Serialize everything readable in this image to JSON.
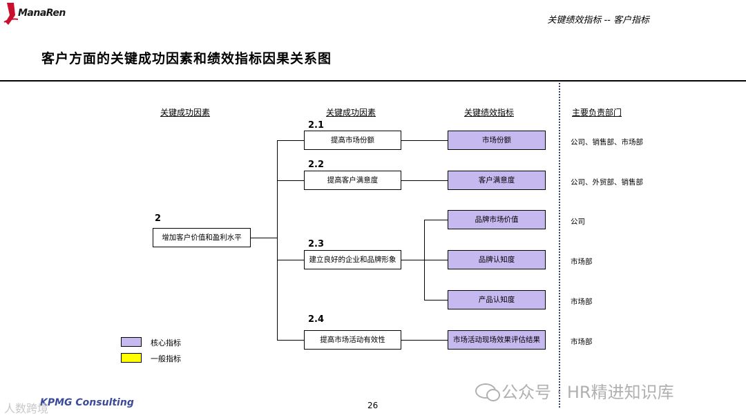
{
  "header": {
    "logo_text": "ManaRen",
    "section_title": "关键绩效指标 -- 客户指标"
  },
  "page_title": "客户方面的关键成功因素和绩效指标因果关系图",
  "columns": {
    "csf_root": "关键成功因素",
    "csf_sub": "关键成功因素",
    "kpi": "关键绩效指标",
    "dept": "主要负责部门"
  },
  "root": {
    "number": "2",
    "label": "增加客户价值和盈利水平"
  },
  "factors": [
    {
      "number": "2.1",
      "label": "提高市场份额"
    },
    {
      "number": "2.2",
      "label": "提高客户满意度"
    },
    {
      "number": "2.3",
      "label": "建立良好的企业和品牌形象"
    },
    {
      "number": "2.4",
      "label": "提高市场活动有效性"
    }
  ],
  "kpis": [
    {
      "label": "市场份额",
      "dept": "公司、销售部、市场部",
      "type": "core"
    },
    {
      "label": "客户满意度",
      "dept": "公司、外贸部、销售部",
      "type": "core"
    },
    {
      "label": "品牌市场价值",
      "dept": "公司",
      "type": "core"
    },
    {
      "label": "品牌认知度",
      "dept": "市场部",
      "type": "core"
    },
    {
      "label": "产品认知度",
      "dept": "市场部",
      "type": "core"
    },
    {
      "label": "市场活动现场效果评估结果",
      "dept": "市场部",
      "type": "core"
    }
  ],
  "legend": {
    "core_label": "核心指标",
    "core_color": "#c6b9f0",
    "general_label": "一般指标",
    "general_color": "#ffff00"
  },
  "footer": {
    "brand": "KPMG Consulting",
    "page_number": "26",
    "watermark": "公众号 · HR精进知识库",
    "watermark_small": "人数跨境"
  }
}
